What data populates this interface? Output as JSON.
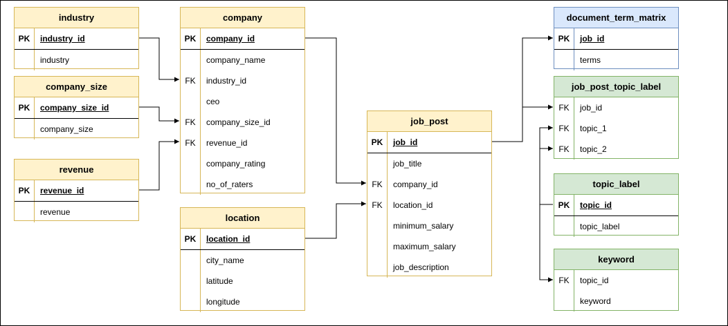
{
  "tables": [
    {
      "id": "industry",
      "title": "industry",
      "theme": "yellow",
      "rows": [
        {
          "key": "PK",
          "name": "industry_id"
        },
        {
          "key": "",
          "name": "industry"
        }
      ]
    },
    {
      "id": "company_size",
      "title": "company_size",
      "theme": "yellow",
      "rows": [
        {
          "key": "PK",
          "name": "company_size_id"
        },
        {
          "key": "",
          "name": "company_size"
        }
      ]
    },
    {
      "id": "revenue",
      "title": "revenue",
      "theme": "yellow",
      "rows": [
        {
          "key": "PK",
          "name": "revenue_id"
        },
        {
          "key": "",
          "name": "revenue"
        }
      ]
    },
    {
      "id": "company",
      "title": "company",
      "theme": "yellow",
      "rows": [
        {
          "key": "PK",
          "name": "company_id"
        },
        {
          "key": "",
          "name": "company_name"
        },
        {
          "key": "FK",
          "name": "industry_id"
        },
        {
          "key": "",
          "name": "ceo"
        },
        {
          "key": "FK",
          "name": "company_size_id"
        },
        {
          "key": "FK",
          "name": "revenue_id"
        },
        {
          "key": "",
          "name": "company_rating"
        },
        {
          "key": "",
          "name": "no_of_raters"
        }
      ]
    },
    {
      "id": "location",
      "title": "location",
      "theme": "yellow",
      "rows": [
        {
          "key": "PK",
          "name": "location_id"
        },
        {
          "key": "",
          "name": "city_name"
        },
        {
          "key": "",
          "name": "latitude"
        },
        {
          "key": "",
          "name": "longitude"
        }
      ]
    },
    {
      "id": "job_post",
      "title": "job_post",
      "theme": "yellow",
      "rows": [
        {
          "key": "PK",
          "name": "job_id"
        },
        {
          "key": "",
          "name": "job_title"
        },
        {
          "key": "FK",
          "name": "company_id"
        },
        {
          "key": "FK",
          "name": "location_id"
        },
        {
          "key": "",
          "name": "minimum_salary"
        },
        {
          "key": "",
          "name": "maximum_salary"
        },
        {
          "key": "",
          "name": "job_description"
        }
      ]
    },
    {
      "id": "document_term_matrix",
      "title": "document_term_matrix",
      "theme": "blue",
      "rows": [
        {
          "key": "PK",
          "name": "job_id"
        },
        {
          "key": "",
          "name": "terms"
        }
      ]
    },
    {
      "id": "job_post_topic_label",
      "title": "job_post_topic_label",
      "theme": "green",
      "rows": [
        {
          "key": "FK",
          "name": "job_id"
        },
        {
          "key": "FK",
          "name": "topic_1"
        },
        {
          "key": "FK",
          "name": "topic_2"
        }
      ]
    },
    {
      "id": "topic_label",
      "title": "topic_label",
      "theme": "green",
      "rows": [
        {
          "key": "PK",
          "name": "topic_id"
        },
        {
          "key": "",
          "name": "topic_label"
        }
      ]
    },
    {
      "id": "keyword",
      "title": "keyword",
      "theme": "green",
      "rows": [
        {
          "key": "FK",
          "name": "topic_id"
        },
        {
          "key": "",
          "name": "keyword"
        }
      ]
    }
  ]
}
